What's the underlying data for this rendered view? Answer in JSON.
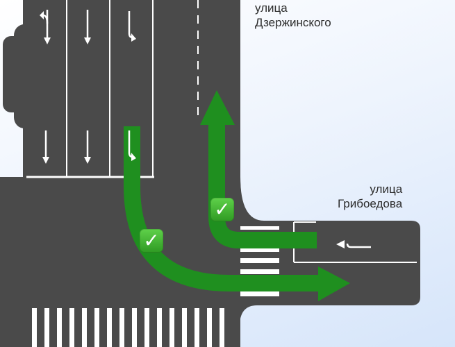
{
  "streets": {
    "dzerzhinskogo": {
      "line1": "улица",
      "line2": "Дзержинского"
    },
    "griboedova": {
      "line1": "улица",
      "line2": "Грибоедова"
    }
  },
  "markers": {
    "left_route_check": "✅",
    "right_route_check": "✅"
  },
  "colors": {
    "road": "#4a4a4a",
    "marking": "#ffffff",
    "route_arrow": "#1f8f1f",
    "check_badge": "#3aab2c",
    "background": "#e6effc"
  },
  "lanes": {
    "northern_approach": [
      {
        "lane": 1,
        "arrow": "straight-or-left-turn"
      },
      {
        "lane": 2,
        "arrow": "straight"
      },
      {
        "lane": 3,
        "arrow": "right-turn"
      }
    ],
    "eastern_approach": [
      {
        "lane": 1,
        "arrow": "left-turn"
      }
    ]
  },
  "routes": [
    {
      "from": "northern approach, right lane",
      "to": "eastward along улица Грибоедова",
      "allowed": true
    },
    {
      "from": "eastern approach",
      "to": "northward along улица Дзержинского",
      "allowed": true
    }
  ]
}
